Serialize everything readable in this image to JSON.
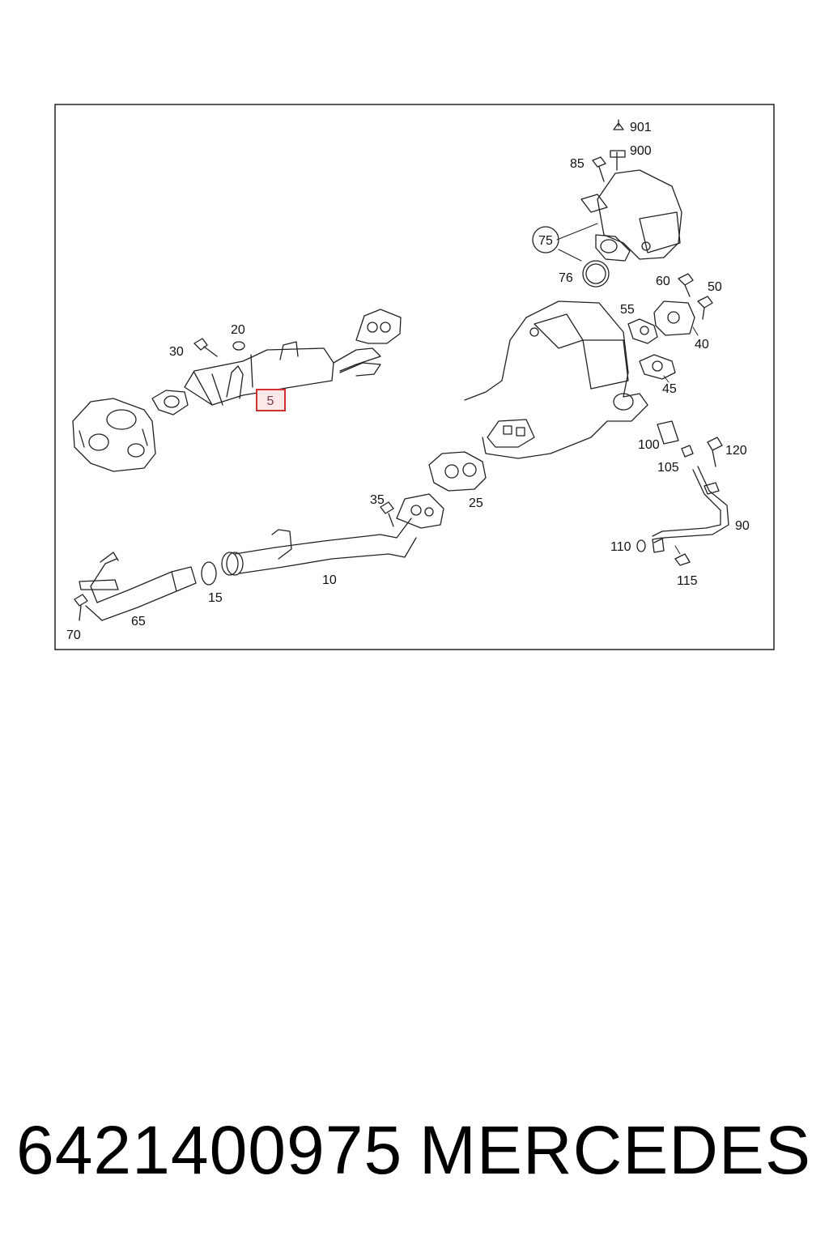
{
  "diagram": {
    "callouts": [
      "5",
      "10",
      "15",
      "20",
      "25",
      "30",
      "35",
      "40",
      "45",
      "50",
      "55",
      "60",
      "65",
      "70",
      "75",
      "76",
      "85",
      "90",
      "100",
      "105",
      "110",
      "115",
      "120",
      "900",
      "901"
    ],
    "highlighted_callout": "5",
    "highlight_color": "#d32f2f",
    "line_color": "#222222"
  },
  "footer": {
    "part_number": "6421400975",
    "brand": "MERCEDES"
  }
}
